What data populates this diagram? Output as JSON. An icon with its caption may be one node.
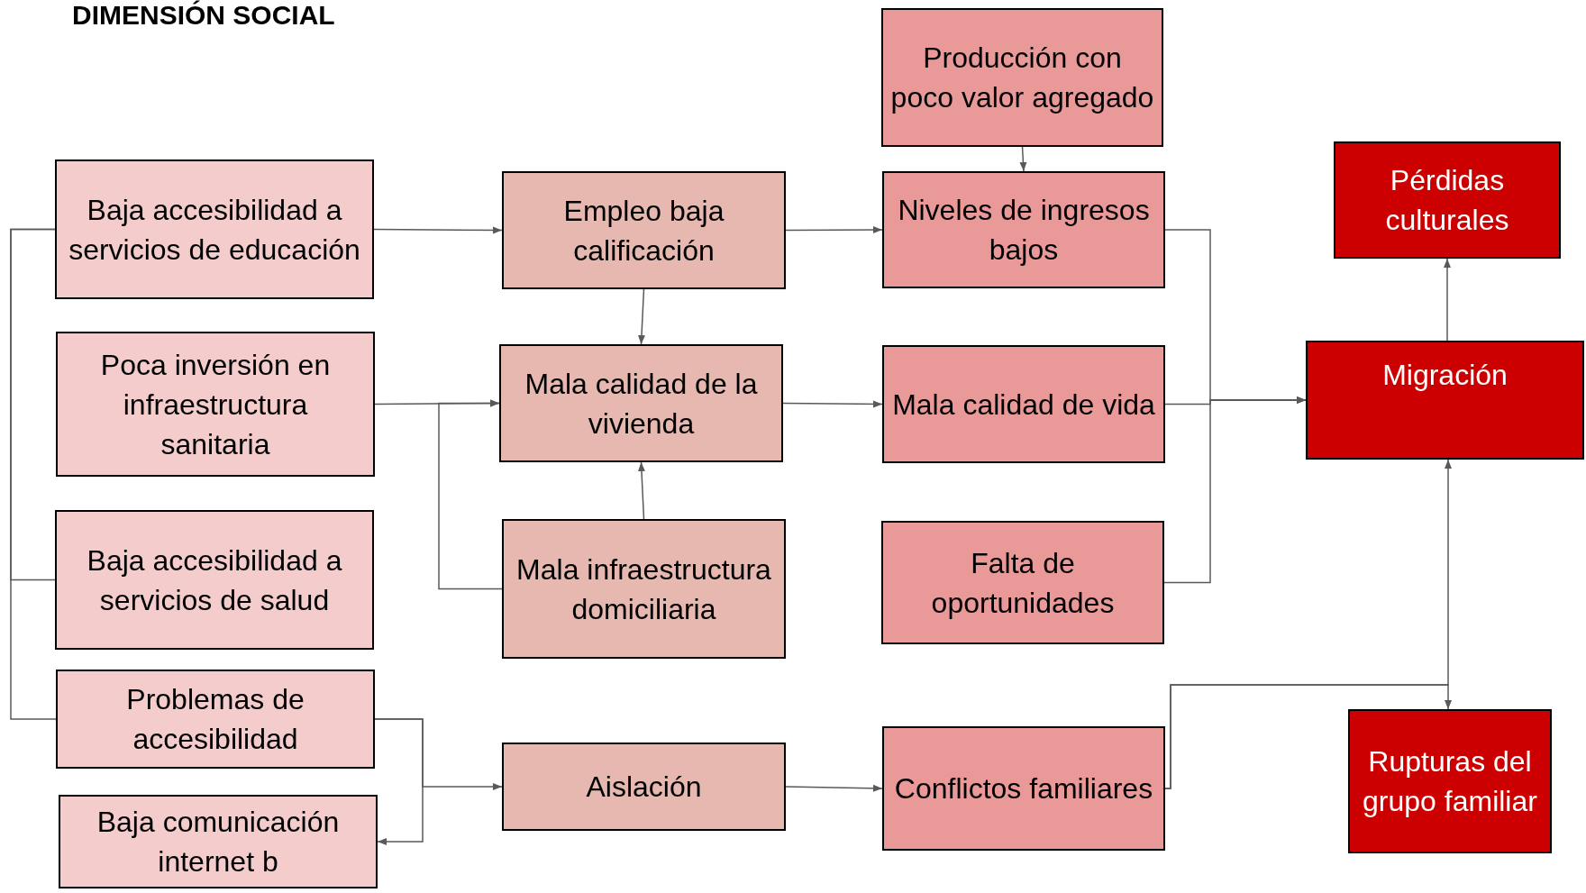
{
  "diagram": {
    "title": "DIMENSIÓN SOCIAL",
    "nodes": [
      {
        "text": [
          "Baja accesibilidad a servicios de educación"
        ]
      },
      {
        "text": [
          "Poca inversión en infraestructura sanitaria"
        ]
      },
      {
        "text": [
          "Baja accesibilidad a servicios de salud"
        ]
      },
      {
        "text": [
          "Problemas de accesibilidad"
        ]
      },
      {
        "text": [
          "Baja comunicación internet  b"
        ]
      },
      {
        "text": [
          "Empleo baja calificación"
        ]
      },
      {
        "text": [
          "Mala calidad de la vivienda"
        ]
      },
      {
        "text": [
          "Mala infraestructura domiciliaria"
        ]
      },
      {
        "text": [
          "Aislación"
        ]
      },
      {
        "text": [
          "Producción con poco valor agregado"
        ]
      },
      {
        "text": [
          "Niveles de ingresos bajos"
        ]
      },
      {
        "text": [
          "Mala calidad de vida"
        ]
      },
      {
        "text": [
          "Falta de oportunidades"
        ]
      },
      {
        "text": [
          "Conflictos familiares"
        ]
      },
      {
        "text": [
          "Pérdidas culturales"
        ]
      },
      {
        "text": [
          "Migración"
        ]
      },
      {
        "text": [
          "Rupturas del grupo familiar"
        ]
      }
    ],
    "edges": [
      {
        "from": 0,
        "to": 2,
        "arrow": "none"
      },
      {
        "from": 0,
        "to": 3,
        "arrow": "none"
      },
      {
        "from": 0,
        "to": 5,
        "arrow": "to"
      },
      {
        "from": 5,
        "to": 6,
        "arrow": "to"
      },
      {
        "from": 1,
        "to": 6,
        "arrow": "to"
      },
      {
        "from": 7,
        "to": 6,
        "arrow": "to"
      },
      {
        "from": 7,
        "to": 6,
        "arrow": "to"
      },
      {
        "from": 3,
        "to": 4,
        "arrow": "to"
      },
      {
        "from": 3,
        "to": 8,
        "arrow": "to"
      },
      {
        "from": 5,
        "to": 10,
        "arrow": "to"
      },
      {
        "from": 6,
        "to": 11,
        "arrow": "to"
      },
      {
        "from": 8,
        "to": 13,
        "arrow": "to"
      },
      {
        "from": 9,
        "to": 10,
        "arrow": "to"
      },
      {
        "from": 10,
        "to": 15,
        "arrow": "to"
      },
      {
        "from": 11,
        "to": 15,
        "arrow": "to"
      },
      {
        "from": 12,
        "to": 15,
        "arrow": "to"
      },
      {
        "from": 15,
        "to": 14,
        "arrow": "to"
      },
      {
        "from": 13,
        "to": 15,
        "arrow": "to"
      },
      {
        "from": 13,
        "to": 16,
        "arrow": "to"
      }
    ]
  }
}
